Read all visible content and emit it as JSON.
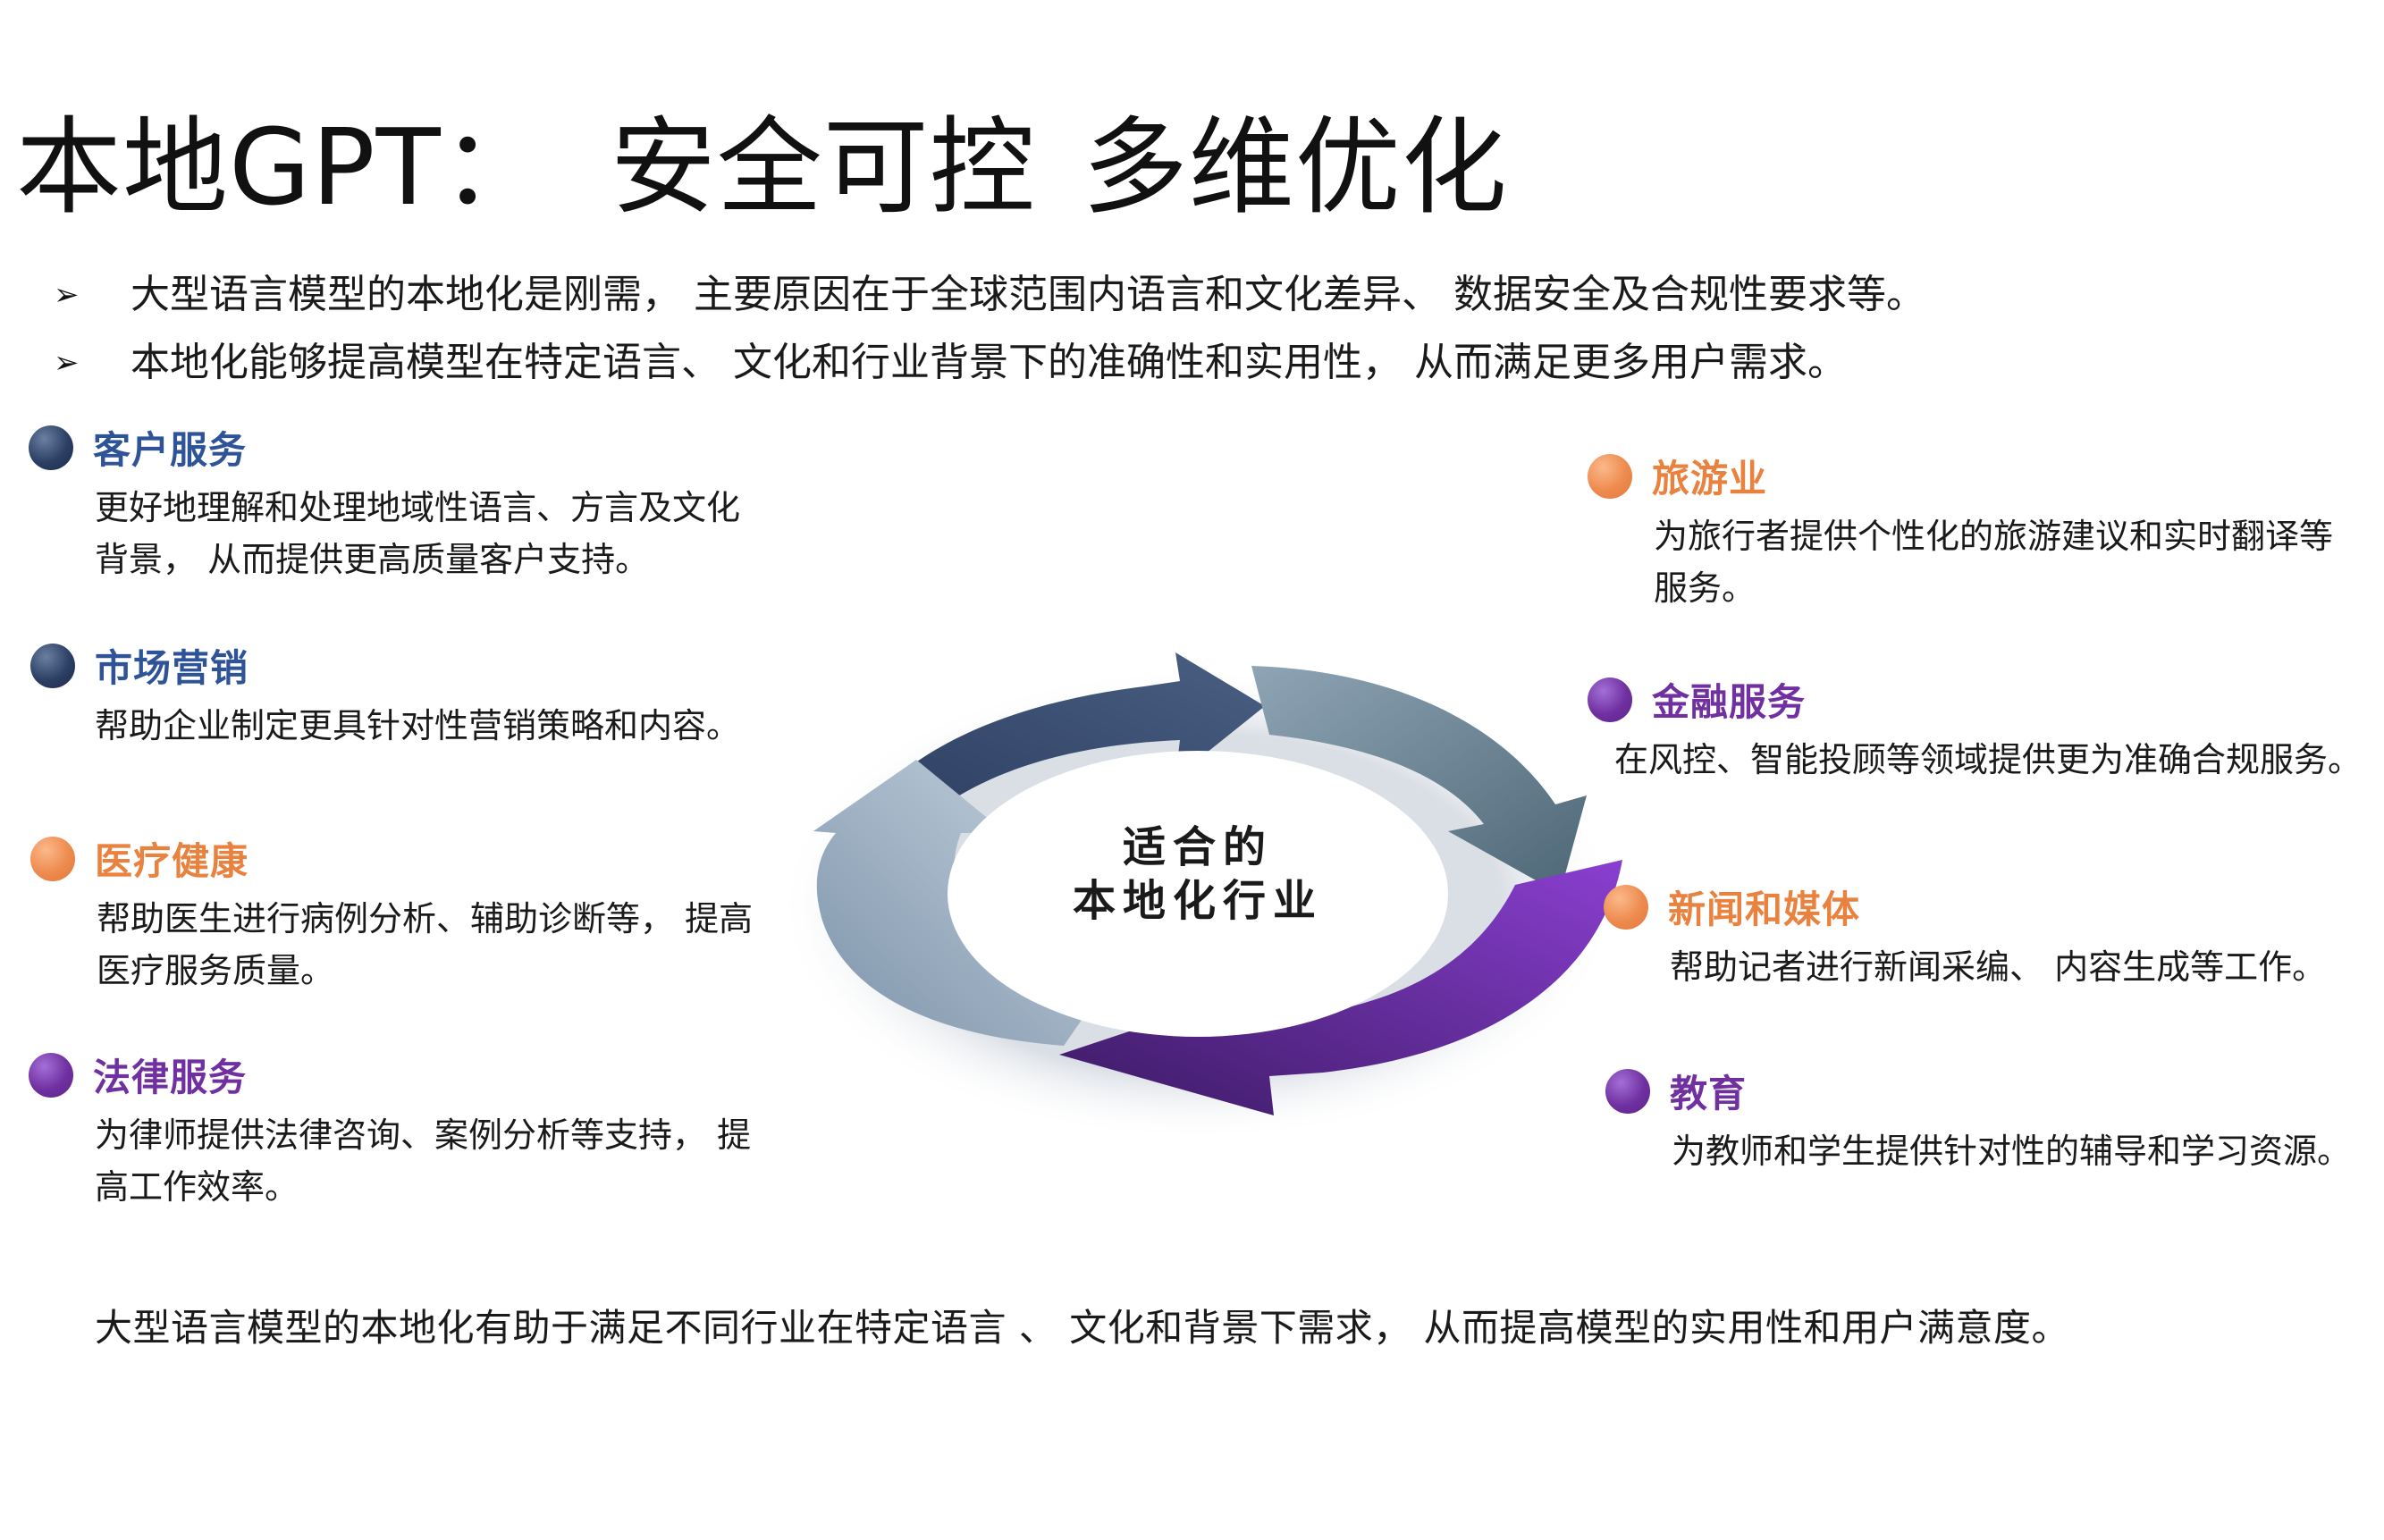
{
  "title": {
    "part1": "本地GPT：",
    "part2": "安全可控",
    "part3": "多维优化"
  },
  "bullets": [
    {
      "marker": "➢",
      "text": "大型语言模型的本地化是刚需， 主要原因在于全球范围内语言和文化差异、 数据安全及合规性要求等。"
    },
    {
      "marker": "➢",
      "text": "本地化能够提高模型在特定语言、 文化和行业背景下的准确性和实用性， 从而满足更多用户需求。"
    }
  ],
  "center_label": {
    "line1": "适合的",
    "line2": "本地化行业"
  },
  "sectors_left": [
    {
      "name": "客户服务",
      "desc": "更好地理解和处理地域性语言、方言及文化背景， 从而提供更高质量客户支持。",
      "color": "#2c3f64"
    },
    {
      "name": "市场营销",
      "desc": "帮助企业制定更具针对性营销策略和内容。",
      "color": "#2c3f64"
    },
    {
      "name": "医疗健康",
      "desc": "帮助医生进行病例分析、辅助诊断等， 提高医疗服务质量。",
      "color": "#ee8a4e"
    },
    {
      "name": "法律服务",
      "desc": "为律师提供法律咨询、案例分析等支持， 提高工作效率。",
      "color": "#7030a0"
    }
  ],
  "sectors_right": [
    {
      "name": "旅游业",
      "desc": "为旅行者提供个性化的旅游建议和实时翻译等服务。",
      "color": "#ee8a4e"
    },
    {
      "name": "金融服务",
      "desc": "在风控、智能投顾等领域提供更为准确合规服务。",
      "color": "#7030a0"
    },
    {
      "name": "新闻和媒体",
      "desc": "帮助记者进行新闻采编、 内容生成等工作。",
      "color": "#ee8a4e"
    },
    {
      "name": "教育",
      "desc": "为教师和学生提供针对性的辅导和学习资源。",
      "color": "#7030a0"
    }
  ],
  "summary": "大型语言模型的本地化有助于满足不同行业在特定语言 、 文化和背景下需求， 从而提高模型的实用性和用户满意度。",
  "colors": {
    "navy": "#2c3f64",
    "steel": "#5f7a8c",
    "purple": "#7030a0",
    "light_blue": "#9fb3c8",
    "orange": "#ee8a4e"
  }
}
